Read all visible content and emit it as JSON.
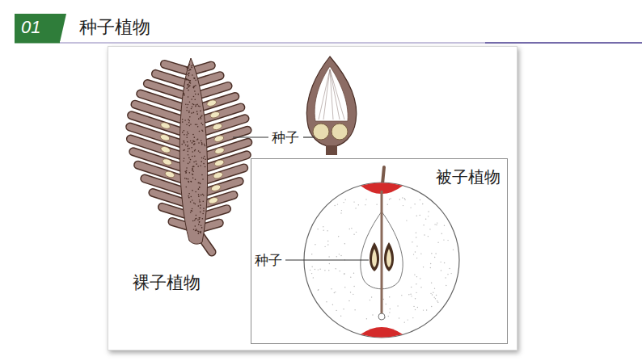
{
  "diagram": {
    "title": "种子植物",
    "nodes": [
      {
        "text": [
          "01"
        ]
      },
      {
        "text": [
          "被子植物"
        ]
      }
    ],
    "labels": [
      "种子",
      "裸子植物",
      "种子"
    ]
  }
}
